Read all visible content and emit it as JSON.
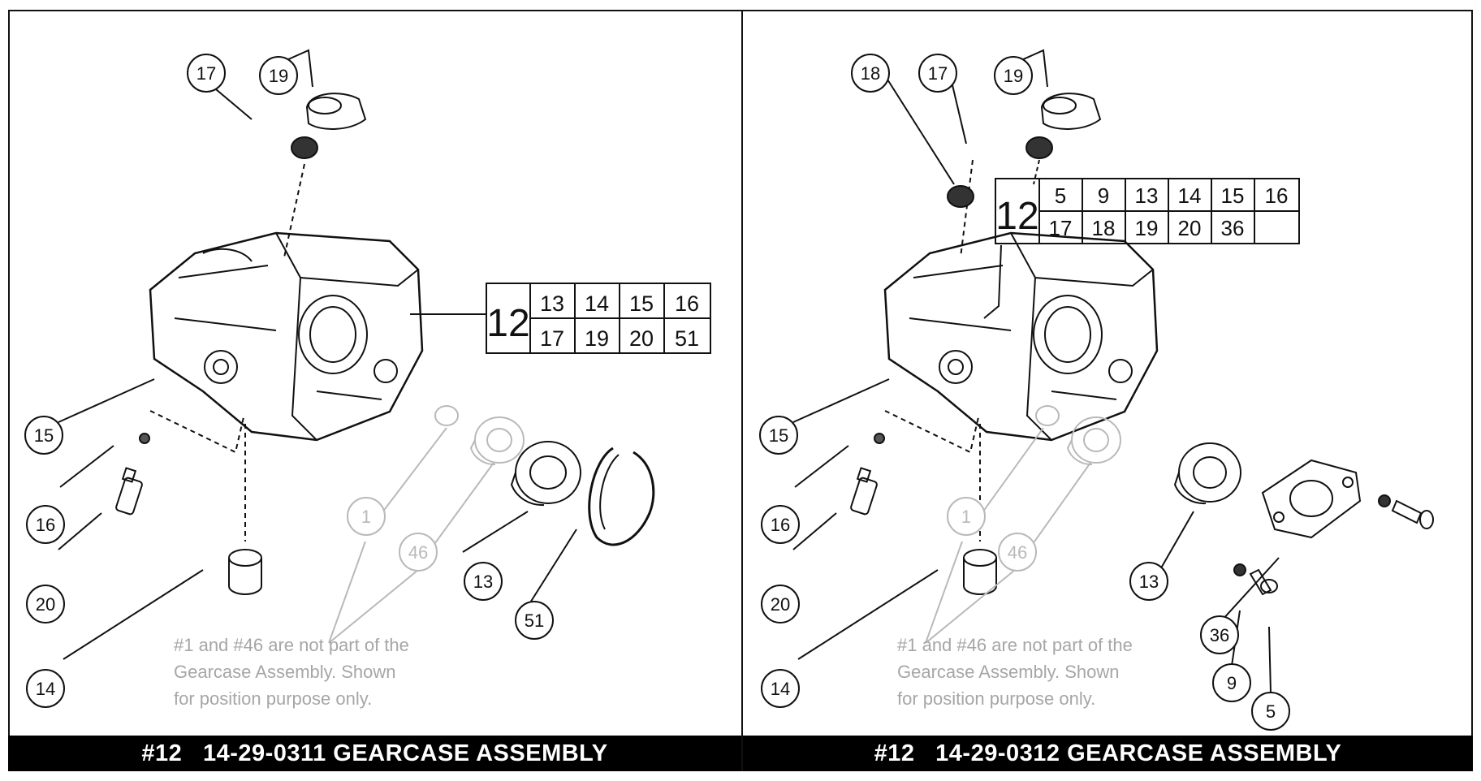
{
  "left_panel": {
    "footer_id": "#12",
    "footer_title": "14-29-0311 GEARCASE ASSEMBLY",
    "callouts": [
      "17",
      "19",
      "15",
      "16",
      "20",
      "14",
      "1",
      "46",
      "13",
      "51"
    ],
    "bom": {
      "main": "12",
      "row1": [
        "13",
        "14",
        "15",
        "16"
      ],
      "row2": [
        "17",
        "19",
        "20",
        "51"
      ]
    },
    "note_lines": [
      "#1 and #46 are not part of the",
      "Gearcase Assembly. Shown",
      "for position purpose only."
    ]
  },
  "right_panel": {
    "footer_id": "#12",
    "footer_title": "14-29-0312 GEARCASE ASSEMBLY",
    "callouts": [
      "18",
      "17",
      "19",
      "15",
      "16",
      "20",
      "14",
      "1",
      "46",
      "13",
      "36",
      "9",
      "5"
    ],
    "bom": {
      "main": "12",
      "row1": [
        "5",
        "9",
        "13",
        "14",
        "15",
        "16"
      ],
      "row2": [
        "17",
        "18",
        "19",
        "20",
        "36",
        ""
      ]
    },
    "note_lines": [
      "#1 and #46 are not part of the",
      "Gearcase Assembly. Shown",
      "for position purpose only."
    ]
  },
  "colors": {
    "line": "#111111",
    "grey": "#b9b9b9",
    "footer_bg": "#000000",
    "footer_text": "#ffffff"
  }
}
